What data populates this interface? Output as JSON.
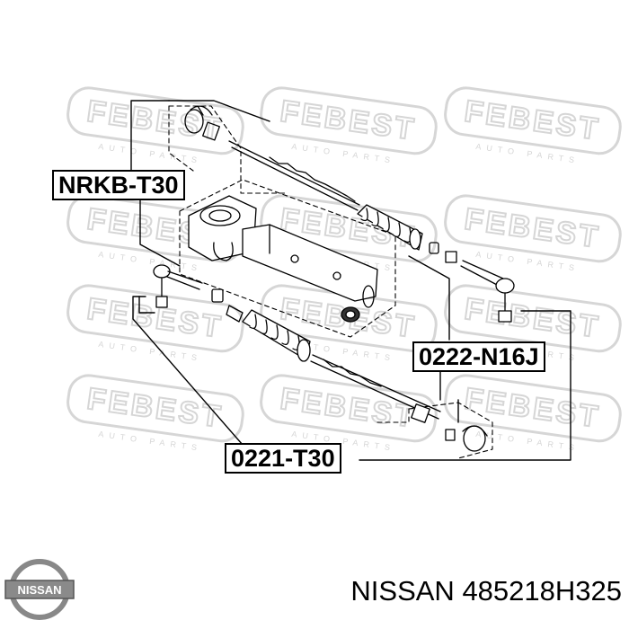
{
  "parts": {
    "rack_boot": "NRKB-T30",
    "tie_rod_end": "0222-N16J",
    "tie_rod": "0221-T30"
  },
  "watermark": {
    "brand": "FEBEST",
    "sub": "AUTO PARTS"
  },
  "logo": {
    "text": "NISSAN"
  },
  "caption": {
    "brand": "NISSAN",
    "part_number": "485218H325"
  },
  "colors": {
    "line": "#000000",
    "watermark": "#d6d6d6",
    "background": "#ffffff"
  }
}
